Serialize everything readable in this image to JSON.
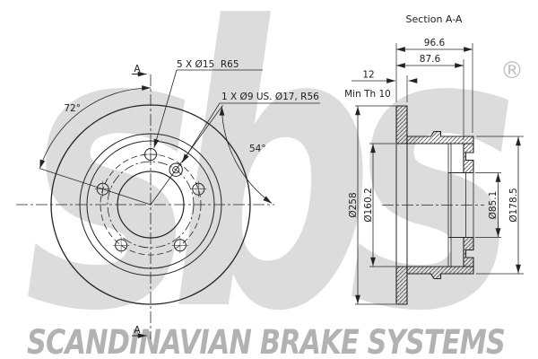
{
  "watermark": {
    "logo": "sbs",
    "registered_mark": "®",
    "brand": "SCANDINAVIAN BRAKE SYSTEMS",
    "logo_color": "#dcdcdc",
    "brand_color": "#b2b2b2"
  },
  "front_view": {
    "bolt_hole_label": "5 X Ø15  R65",
    "pin_hole_label": "1 X Ø9 US. Ø17, R56",
    "angle_left": "72°",
    "angle_right": "54°",
    "section_marker": "A"
  },
  "section_view": {
    "title": "Section A-A",
    "dimensions": {
      "overall_width": "96.6",
      "hat_depth": "87.6",
      "disc_thickness": "12",
      "min_thickness": "Min Th 10",
      "outer_diameter": "Ø258",
      "friction_inner_diameter": "Ø160.2",
      "center_bore": "Ø85.1",
      "drum_diameter": "Ø178.5"
    }
  },
  "line_color": "#242424"
}
